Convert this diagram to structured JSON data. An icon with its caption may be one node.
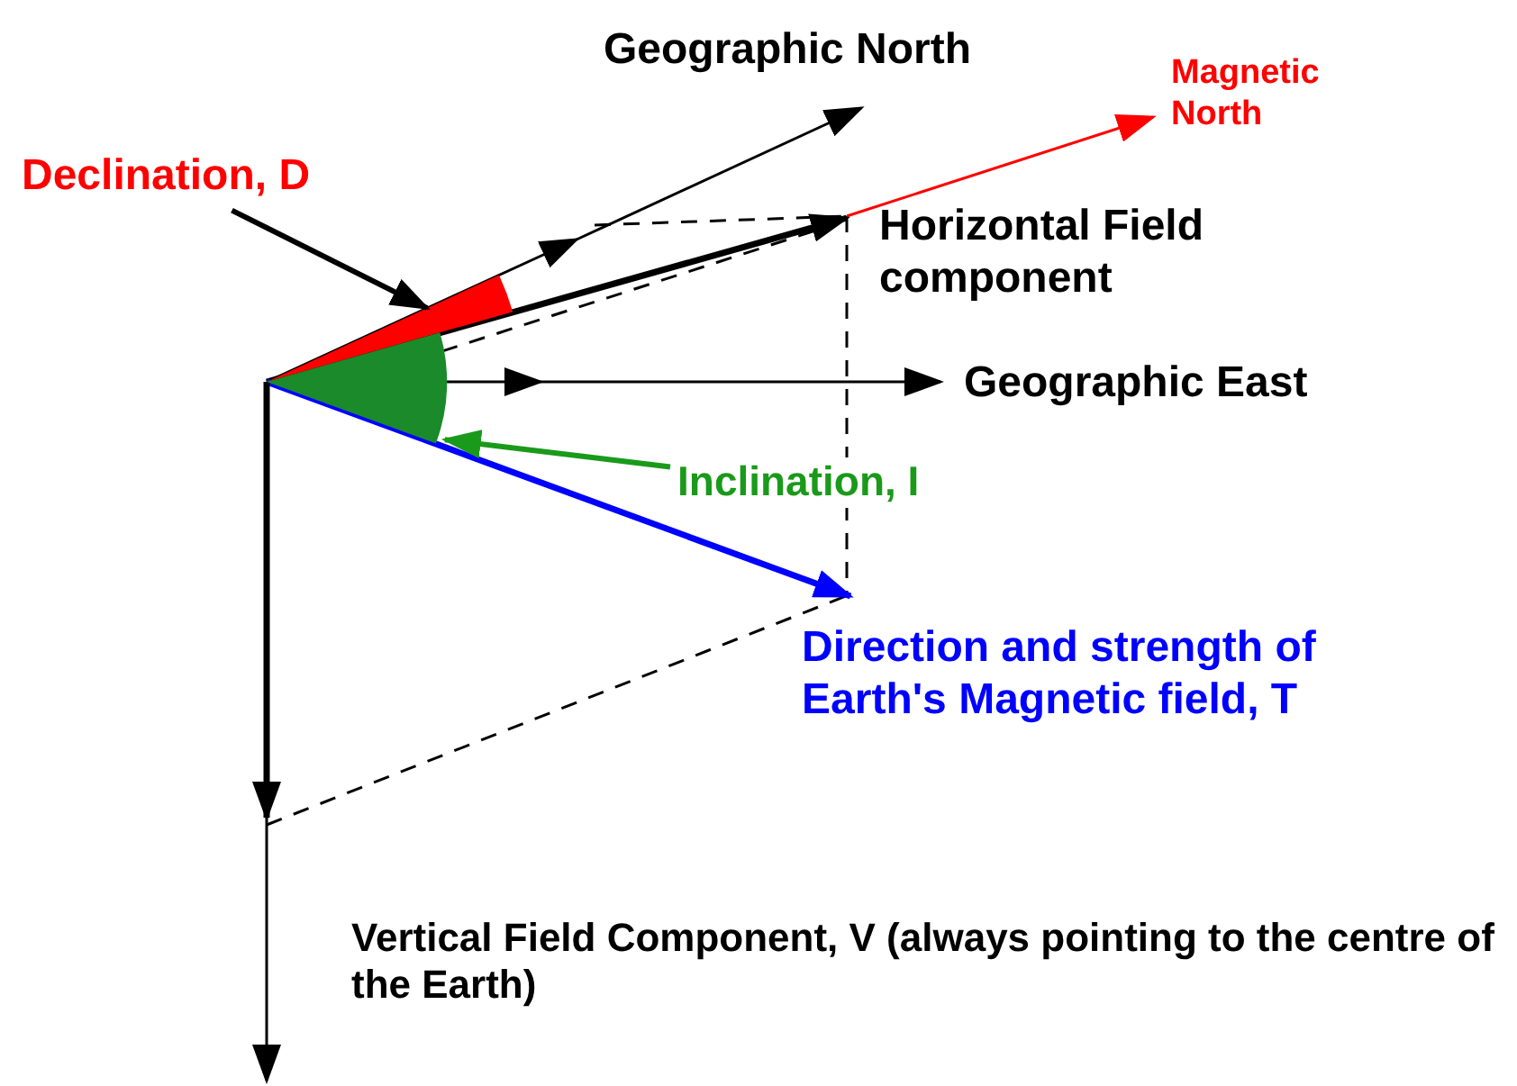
{
  "diagram": {
    "nodes": [
      {
        "text": [
          "Declination, D"
        ]
      },
      {
        "text": [],
        "shape": "wedge"
      },
      {
        "text": [
          "Inclination, I"
        ]
      },
      {
        "text": [],
        "shape": "wedge"
      }
    ],
    "edges": [
      {
        "from": 0,
        "to": 1,
        "arrow": "to",
        "color": "#000000"
      },
      {
        "from": 2,
        "to": 3,
        "arrow": "to",
        "color": "#1a9a1a"
      }
    ],
    "labels": [
      "Geographic North",
      "Magnetic North",
      "Horizontal Field component",
      "Geographic East",
      "Direction and strength of Earth's Magnetic field, T",
      "Vertical Field Component, V (always pointing to the centre of the Earth)"
    ]
  }
}
